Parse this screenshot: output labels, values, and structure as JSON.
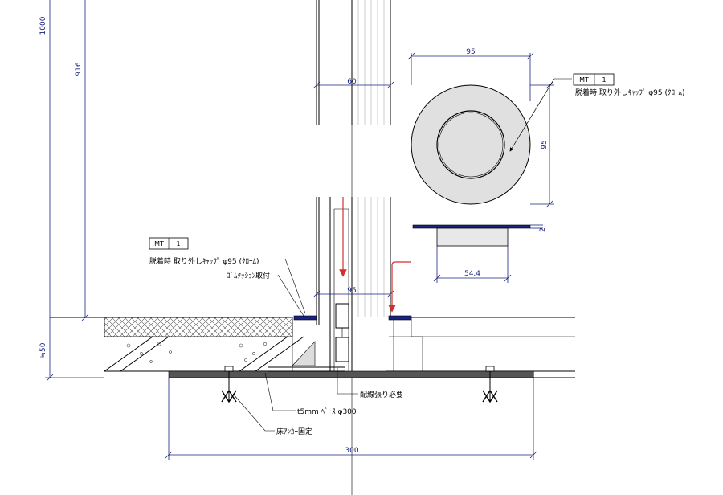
{
  "dimensions": {
    "d1000": "1000",
    "d916": "916",
    "d60": "60",
    "d95_top": "95",
    "d95_side": "95",
    "d2": "2",
    "d54_4": "54.4",
    "d95_base": "95",
    "d50": "≒50",
    "d300": "300"
  },
  "tags": {
    "upper": {
      "code": "MT",
      "num": "1"
    },
    "lower": {
      "code": "MT",
      "num": "1"
    }
  },
  "notes": {
    "cap_upper": "脱着時 取り外しｷｬｯﾌﾟ φ95 (ｸﾛｰﾑ)",
    "cap_lower": "脱着時 取り外しｷｬｯﾌﾟ φ95 (ｸﾛｰﾑ)",
    "rubber": "ｺﾞﾑｸｯｼｮﾝ取付",
    "wiring": "配線張り必要",
    "base": "t5mm ﾍﾞｰｽ φ300",
    "anchor": "床ｱﾝｶｰ固定"
  },
  "colors": {
    "dimension": "#1a237e",
    "arrow": "#d32f2f",
    "cap": "#e0e0e0",
    "base": "#555555"
  }
}
